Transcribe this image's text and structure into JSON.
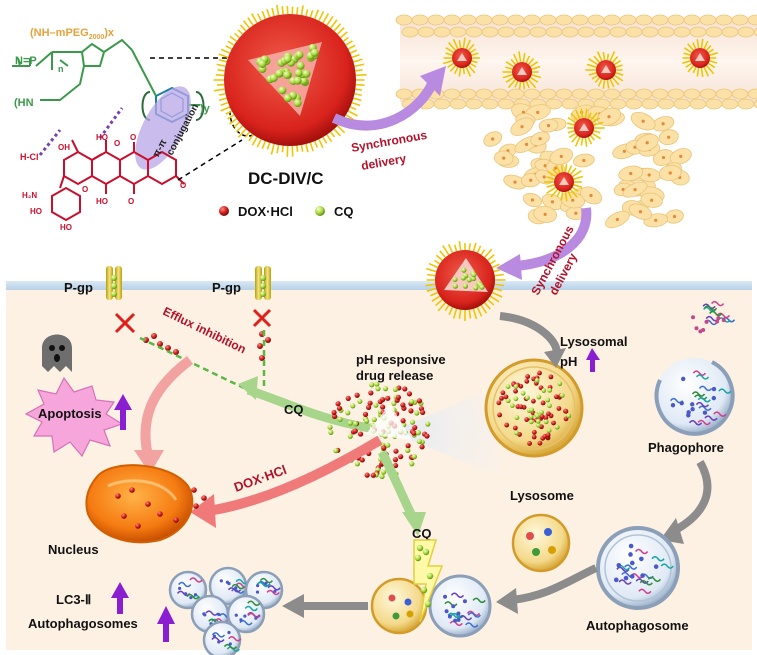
{
  "formula": {
    "peg": "(NH–mPEG",
    "peg_sub": "2000",
    "peg_tail": ")x",
    "poly_n": "n",
    "nh": "(HN",
    "y": ")y",
    "pi": "π-π",
    "conjugation": "conjugation",
    "hcl": "H-Cl",
    "oh1": "OH",
    "ho1": "HO",
    "ho2": "HO",
    "o1": "O",
    "o2": "O",
    "o3": "O",
    "h2n": "H₂N",
    "ho3": "HO",
    "ho4": "HO",
    "o4": "O",
    "o5": "O"
  },
  "nanoparticle_label": "DC-DIV/C",
  "legend": {
    "dox": "DOX·HCl",
    "cq": "CQ"
  },
  "delivery1": [
    "Synchronous",
    "delivery"
  ],
  "delivery2": [
    "Synchronous",
    "delivery"
  ],
  "pgp1": "P-gp",
  "pgp2": "P-gp",
  "efflux": "Efflux inhibition",
  "cq_arrow": "CQ",
  "dox_arrow": "DOX·HCl",
  "ph_release": [
    "pH responsive",
    "drug release"
  ],
  "lysosomal": "Lysosomal",
  "ph": "pH",
  "phagophore": "Phagophore",
  "lysosome": "Lysosome",
  "autophagosome": "Autophagosome",
  "apoptosis": "Apoptosis",
  "nucleus": "Nucleus",
  "lc3": "LC3-Ⅱ",
  "autophagosomes": "Autophagosomes",
  "cq_block": "CQ",
  "colors": {
    "dox": "#c8102e",
    "cq": "#9fd43a",
    "arrow_purple": "#b98be0",
    "arrow_green": "#a8d58c",
    "arrow_red": "#f07a7a",
    "arrow_grey": "#8c8c8c",
    "up_arrow": "#8a1fd1",
    "cell": "#fdf1e4"
  }
}
